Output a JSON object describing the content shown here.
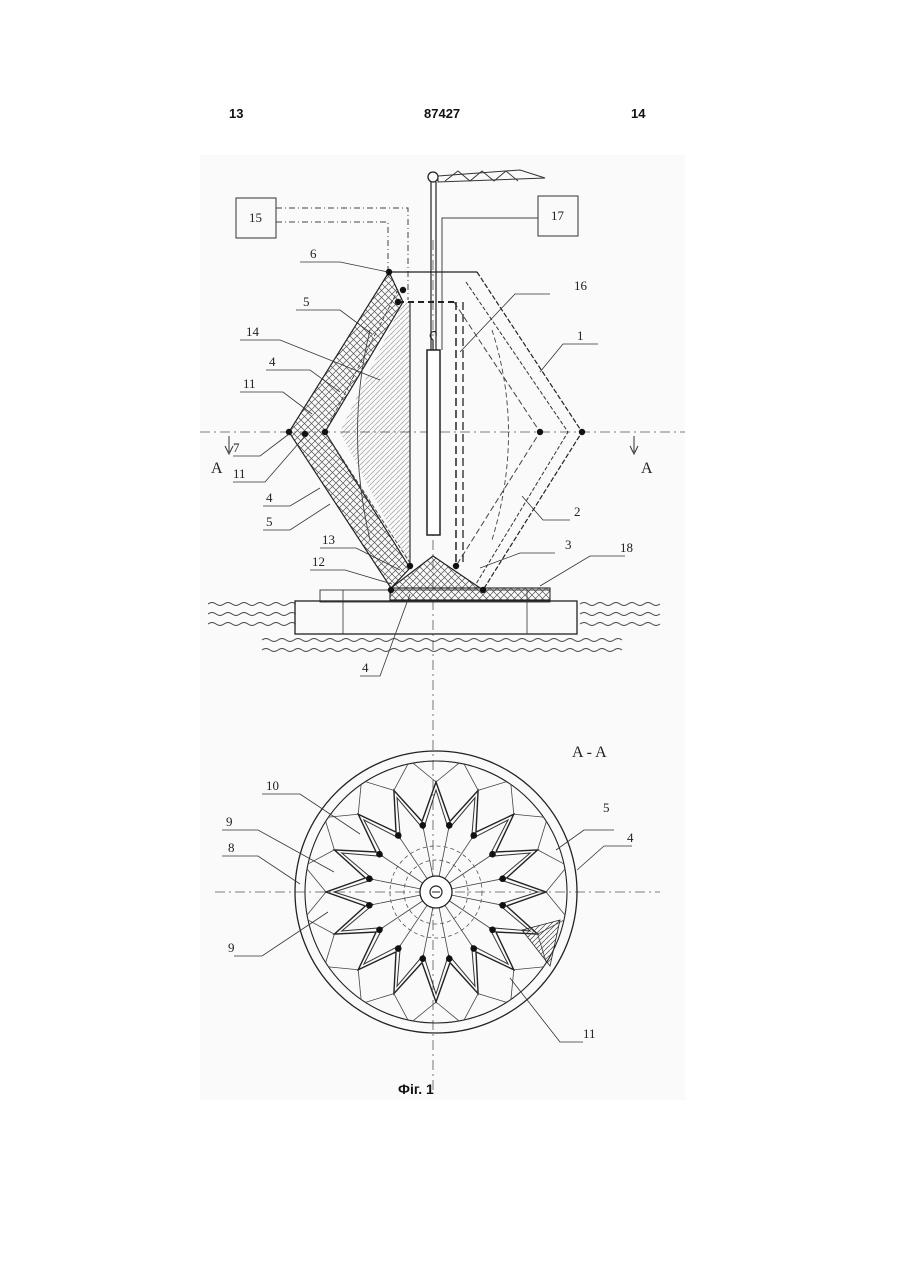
{
  "header": {
    "page_left": "13",
    "patent_number": "87427",
    "page_right": "14"
  },
  "figure": {
    "caption": "Фіг. 1",
    "section_label": "A - A",
    "section_mark": "A",
    "callouts_top": [
      "15",
      "17",
      "6",
      "16",
      "5",
      "14",
      "1",
      "4",
      "11",
      "7",
      "11",
      "4",
      "2",
      "5",
      "13",
      "3",
      "12",
      "18",
      "4"
    ],
    "callouts_bottom": [
      "10",
      "5",
      "9",
      "4",
      "8",
      "9",
      "11"
    ]
  }
}
